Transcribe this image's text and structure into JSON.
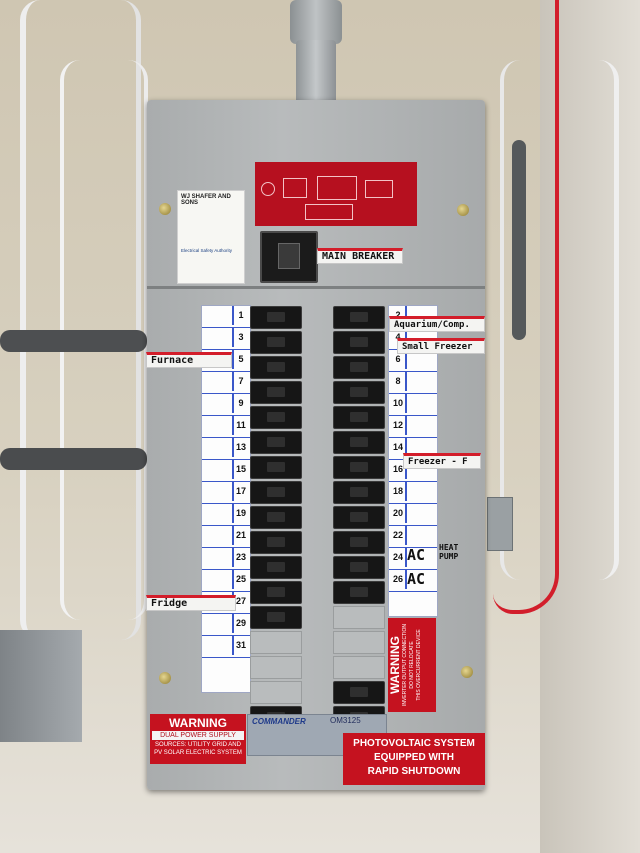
{
  "labels": {
    "company_sticker_title": "WJ SHAFER AND SONS",
    "main_breaker": "MAIN BREAKER",
    "furnace": "Furnace",
    "fridge": "Fridge",
    "aquarium": "Aquarium/Comp.",
    "small_freezer": "Small Freezer",
    "freezer": "Freezer - F",
    "ac_1": "AC",
    "ac_2": "AC",
    "heat_pump": "HEAT PUMP",
    "esa": "Electrical Safety Authority"
  },
  "directory": {
    "left_numbers": [
      "1",
      "3",
      "5",
      "7",
      "9",
      "11",
      "13",
      "15",
      "17",
      "19",
      "21",
      "23",
      "25",
      "27",
      "29",
      "31"
    ],
    "right_numbers": [
      "2",
      "4",
      "6",
      "8",
      "10",
      "12",
      "14",
      "16",
      "18",
      "20",
      "22",
      "24",
      "26"
    ]
  },
  "warnings": {
    "dual_power_title": "WARNING",
    "dual_power_line1": "DUAL POWER SUPPLY",
    "dual_power_line2": "SOURCES: UTILITY GRID AND",
    "dual_power_line3": "PV SOLAR ELECTRIC SYSTEM",
    "inverter_title": "WARNING",
    "inverter_text1": "INVERTER OUTPUT CONNECTION",
    "inverter_text2": "DO NOT RELOCATE",
    "inverter_text3": "THIS OVERCURRENT DEVICE",
    "pv_line1": "PHOTOVOLTAIC SYSTEM",
    "pv_line2": "EQUIPPED WITH",
    "pv_line3": "RAPID SHUTDOWN"
  },
  "nameplate": {
    "brand": "COMMANDER",
    "model": "OM3125"
  },
  "colors": {
    "warning_red": "#c5121f",
    "directory_blue": "#3a57c9",
    "panel_gray": "#b1b4b5"
  }
}
